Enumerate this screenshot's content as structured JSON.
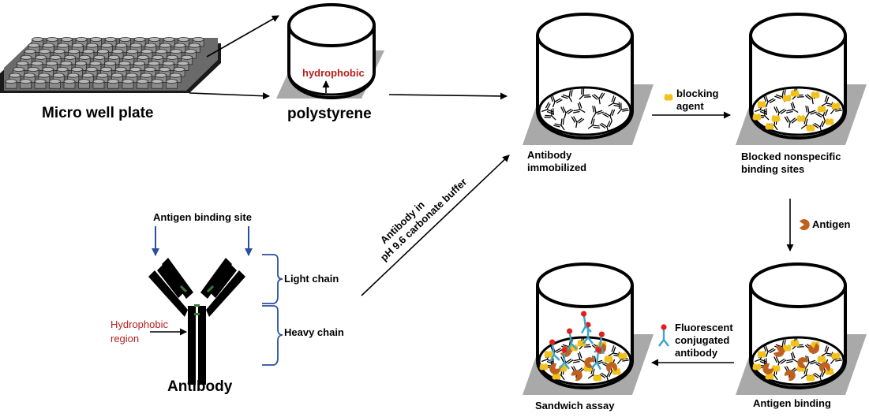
{
  "labels": {
    "micro_well_plate": "Micro well plate",
    "polystyrene": "polystyrene",
    "hydrophobic": "hydrophobic",
    "antigen_binding_site": "Antigen binding site",
    "light_chain": "Light chain",
    "heavy_chain": "Heavy chain",
    "hydrophobic_region_line1": "Hydrophobic",
    "hydrophobic_region_line2": "region",
    "antibody": "Antibody",
    "buffer_line1": "Antibody in",
    "buffer_line2": "pH 9.6 carbonate buffer",
    "antibody_immobilized_line1": "Antibody",
    "antibody_immobilized_line2": "immobilized",
    "blocking_agent_line1": "blocking",
    "blocking_agent_line2": "agent",
    "blocked_line1": "Blocked  nonspecific",
    "blocked_line2": "binding sites",
    "antigen": "Antigen",
    "antigen_binding": "Antigen binding",
    "fluorescent_line1": "Fluorescent",
    "fluorescent_line2": "conjugated",
    "fluorescent_line3": "antibody",
    "sandwich_assay": "Sandwich  assay"
  },
  "colors": {
    "well_gray": "#a9a9a9",
    "blocking_agent": "#f2c21b",
    "antigen": "#c0601e",
    "fluorescent_antibody": "#3aa6c9",
    "fluorophore": "#e0201e",
    "antibody_hinge": "#3d7a3a",
    "brace": "#2b4fa0",
    "arrow_blue": "#2b4fa0",
    "hydrophobic_text": "#b3201c"
  }
}
